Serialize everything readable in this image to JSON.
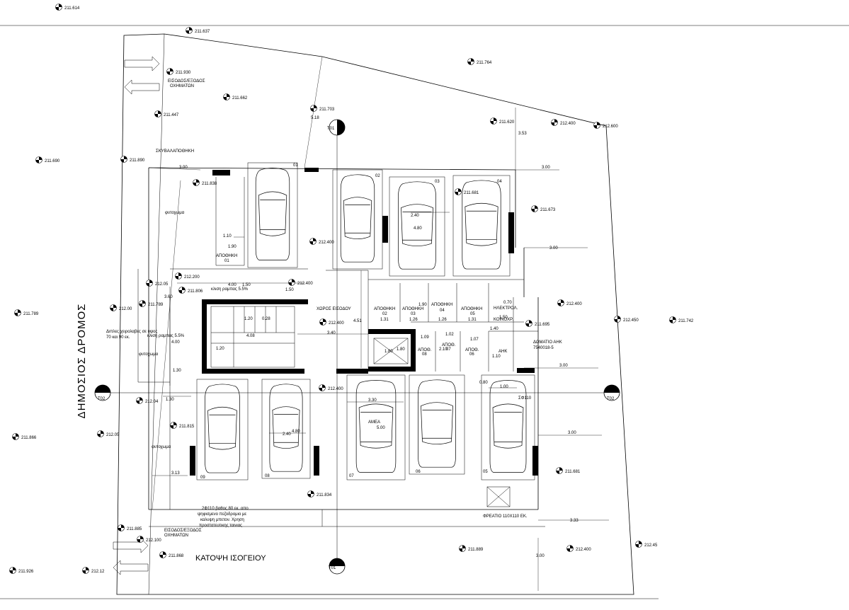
{
  "title": "ΚΑΤΟΨΗ ΙΣΟΓΕΙΟΥ",
  "street": "ΔΗΜΟΣΙΟΣ ΔΡΟΜΟΣ",
  "levels": [
    "211.614",
    "211.637",
    "211.930",
    "211.662",
    "211.447",
    "211.703",
    "211.764",
    "211.620",
    "212.400",
    "212.600",
    "211.690",
    "211.890",
    "211.838",
    "211.681",
    "211.673",
    "212.400",
    "212.200",
    "212.05",
    "211.806",
    "212.400",
    "211.789",
    "212.00",
    "211.789",
    "212.400",
    "212.400",
    "211.695",
    "212.450",
    "211.742",
    "212.400",
    "212.04",
    "211.815",
    "212.05",
    "211.866",
    "211.681",
    "211.834",
    "211.885",
    "212.100",
    "211.868",
    "211.889",
    "212.400",
    "212.45",
    "211.926",
    "212.12"
  ],
  "section_marks": [
    "Τ01",
    "Τ01",
    "Τ02",
    "Τ02"
  ],
  "spaces": {
    "storage_refuse": "ΣΚΥΒΑΛΑΠΟΘΗΚΗ",
    "planting": "φυτοχωμα",
    "entrance": "ΧΩΡΟΣ ΕΙΣΟΔΟΥ",
    "electrical": "ΗΛΕΚΤΡΟΛ.",
    "common_wc": "ΚΟΙΝΟΧΡ.",
    "ahk": "ΑΗΚ",
    "ahk_room": "ΔΩΜΑΤΙΟ ΑΗΚ",
    "ahk_code": "7540018-5",
    "amea": "ΑΜΕΑ",
    "manhole": "ΦΡΕΑΤΙΟ 110Χ110 ΕΚ.",
    "pipe": "ΣΦ110",
    "vehicle_entry": [
      "ΕΙΣΟΔΟΣ/ΕΞΟΔΟΣ",
      "ΟΧΗΜΑΤΩΝ"
    ],
    "vehicle_entry_2": [
      "ΕΙΣΟΔΟΣ/ΕΞΟΔΟΣ",
      "ΟΧΗΜΑΤΩΝ"
    ],
    "ramp": "κλιση ραμπας 5.5%",
    "handrail": [
      "Διπλες χειρολαβες σε υψος",
      "70 και 90 εκ."
    ],
    "ramp2": "κλιση ραμπας 5.5%",
    "pipe_note": [
      "2Φ110 βαθος 80 εκ. απο",
      "ψηφισμενο πεζοδρομιο με",
      "καλυψη μπετον. Χρηση",
      "προστατευτικης ταινιας"
    ]
  },
  "storages": [
    {
      "label": "ΑΠΟΘΗΚΗ",
      "num": "01"
    },
    {
      "label": "ΑΠΟΘΗΚΗ",
      "num": "02",
      "dim": "1.31"
    },
    {
      "label": "ΑΠΟΘΗΚΗ",
      "num": "03",
      "dim": "1.26"
    },
    {
      "label": "ΑΠΟΘΗΚΗ",
      "num": "04",
      "dim": "1.26"
    },
    {
      "label": "ΑΠΟΘΗΚΗ",
      "num": "05",
      "dim": "1.31"
    },
    {
      "label": "ΑΠΟΘ.",
      "num": "08"
    },
    {
      "label": "ΑΠΟΘ.",
      "num": "07"
    },
    {
      "label": "ΑΠΟΘ.",
      "num": "06"
    }
  ],
  "parking_numbers": [
    "01",
    "02",
    "03",
    "04",
    "05",
    "06",
    "07",
    "08",
    "09"
  ],
  "dimensions": [
    "5.18",
    "3.53",
    "3.00",
    "3.00",
    "3.00",
    "3.00",
    "3.00",
    "3.13",
    "3.33",
    "3.00",
    "2.40",
    "4.80",
    "2.40",
    "4.80",
    "3.30",
    "5.00",
    "1.10",
    "1.90",
    "4.00",
    "1.50",
    "1.50",
    "3.60",
    "4.00",
    "1.30",
    "1.30",
    "1.20",
    "0.28",
    "4.08",
    "1.20",
    "3.40",
    "4.51",
    "1.80",
    "1.80",
    "1.09",
    "2.10",
    "1.02",
    "1.07",
    "0.70",
    "1.50",
    "1.40",
    "1.10",
    "0.80",
    "1.00",
    "1.90"
  ]
}
